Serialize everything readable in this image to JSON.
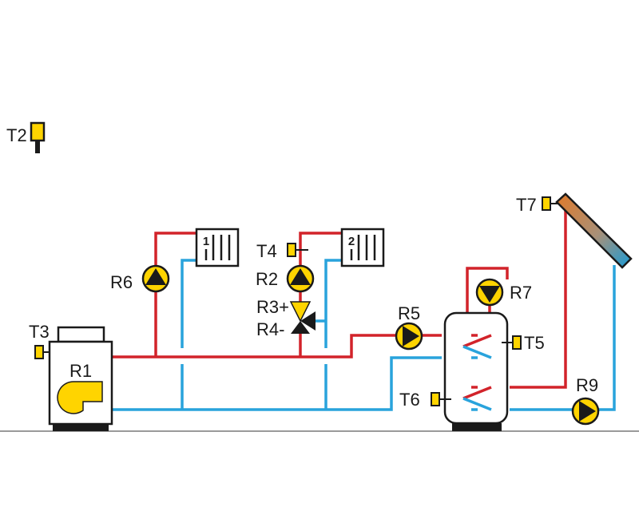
{
  "colors": {
    "supply": "#d2232a",
    "return": "#29a3dc",
    "accent": "#ffd400",
    "outline": "#1a1a1a",
    "ground": "#9a9a9a"
  },
  "labels": {
    "boiler": "R1",
    "pump_circuit1": "R6",
    "pump_circuit2": "R2",
    "mixer_open": "R3+",
    "mixer_close": "R4-",
    "pump_storage_charge": "R5",
    "pump_storage_top": "R7",
    "pump_solar": "R9",
    "sensor_outdoor": "T2",
    "sensor_boiler": "T3",
    "sensor_flow": "T4",
    "sensor_storage_top": "T5",
    "sensor_storage_bottom": "T6",
    "sensor_collector": "T7"
  },
  "radiators": {
    "circuit1": "1",
    "circuit2": "2"
  },
  "icons": {
    "pump": "pump-icon",
    "mixing_valve": "mixing-valve-icon",
    "sensor": "temperature-sensor-icon",
    "burner": "burner-icon",
    "radiator": "radiator-icon",
    "solar_collector": "solar-collector-icon",
    "storage_tank": "storage-tank-icon"
  }
}
